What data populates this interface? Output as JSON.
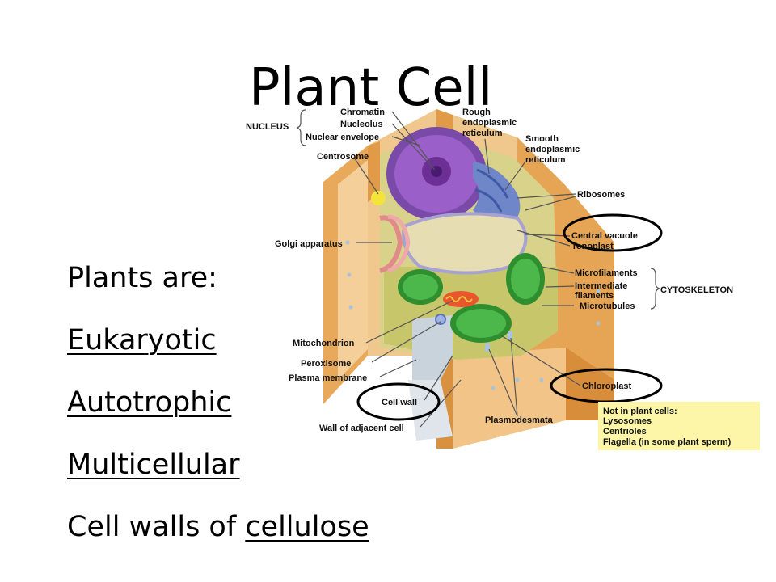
{
  "title": "Plant Cell",
  "list": {
    "intro": "Plants are:",
    "item1": "Eukaryotic",
    "item2": "Autotrophic",
    "item3": "Multicellular",
    "item4_prefix": "Cell walls of ",
    "item4_emphasis": "cellulose"
  },
  "diagram": {
    "nucleus_group": "NUCLEUS",
    "chromatin": "Chromatin",
    "nucleolus": "Nucleolus",
    "nuclear_envelope": "Nuclear envelope",
    "centrosome": "Centrosome",
    "rough_er": [
      "Rough",
      "endoplasmic",
      "reticulum"
    ],
    "smooth_er": [
      "Smooth",
      "endoplasmic",
      "reticulum"
    ],
    "ribosomes": "Ribosomes",
    "central_vacuole": "Central vacuole",
    "tonoplast": "Tonoplast",
    "golgi": "Golgi apparatus",
    "microfilaments": "Microfilaments",
    "intermediate": [
      "Intermediate",
      "filaments"
    ],
    "microtubules": "Microtubules",
    "cytoskeleton": "CYTOSKELETON",
    "mitochondrion": "Mitochondrion",
    "peroxisome": "Peroxisome",
    "plasma_membrane": "Plasma membrane",
    "chloroplast": "Chloroplast",
    "cell_wall": "Cell wall",
    "wall_adjacent": "Wall of adjacent cell",
    "plasmodesmata": "Plasmodesmata",
    "note": [
      "Not in plant cells:",
      "Lysosomes",
      "Centrioles",
      "Flagella (in some plant sperm)"
    ]
  }
}
